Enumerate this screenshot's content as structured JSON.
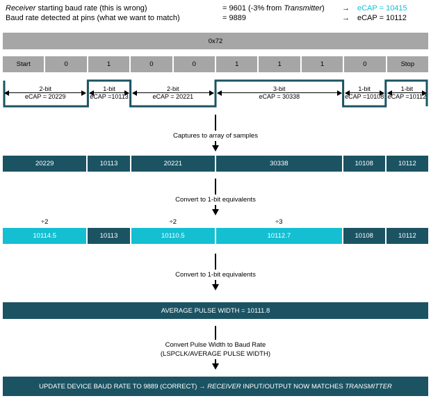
{
  "colors": {
    "dark_teal": "#1b5363",
    "cyan": "#14bfd2",
    "gray": "#a6a6a6",
    "arrow_black": "#000000"
  },
  "header": {
    "row1": {
      "label_italic": "Receiver",
      "label_rest": " starting baud rate (this is wrong)",
      "value_start": "= 9601 (-3% from ",
      "value_italic": "Transmitter",
      "value_end": ")",
      "arrow": "→",
      "ecap": "eCAP = 10415"
    },
    "row2": {
      "label": "Baud rate detected at pins (what we want to match)",
      "value": "= 9889",
      "arrow": "→",
      "ecap": "eCAP = 10112"
    }
  },
  "byte_bar": {
    "label": "0x72"
  },
  "bit_bar": {
    "cells": [
      "Start",
      "0",
      "1",
      "0",
      "0",
      "1",
      "1",
      "1",
      "0",
      "Stop"
    ]
  },
  "waveform": {
    "segments": [
      {
        "bits": "2-bit",
        "ecap": "eCAP = 20229",
        "units": 2,
        "level": "low"
      },
      {
        "bits": "1-bit",
        "ecap": "eCAP =10113",
        "units": 1,
        "level": "high"
      },
      {
        "bits": "2-bit",
        "ecap": "eCAP = 20221",
        "units": 2,
        "level": "low"
      },
      {
        "bits": "3-bit",
        "ecap": "eCAP = 30338",
        "units": 3,
        "level": "high"
      },
      {
        "bits": "1-bit",
        "ecap": "eCAP =10108",
        "units": 1,
        "level": "low"
      },
      {
        "bits": "1-bit",
        "ecap": "eCAP =10112",
        "units": 1,
        "level": "high"
      }
    ]
  },
  "flow_arrows": {
    "capture": "Captures to array of samples",
    "convert1": "Convert to 1-bit equivalents",
    "convert2": "Convert to 1-bit equivalents",
    "convert3_line1": "Convert Pulse Width to Baud Rate",
    "convert3_line2": "(LSPCLK/AVERAGE PULSE WIDTH)"
  },
  "samples_bar": {
    "cells": [
      {
        "value": "20229",
        "units": 2
      },
      {
        "value": "10113",
        "units": 1
      },
      {
        "value": "20221",
        "units": 2
      },
      {
        "value": "30338",
        "units": 3
      },
      {
        "value": "10108",
        "units": 1
      },
      {
        "value": "10112",
        "units": 1
      }
    ]
  },
  "divisors": [
    "÷2",
    "÷2",
    "÷3"
  ],
  "equiv_bar": {
    "cells": [
      {
        "value": "10114.5",
        "units": 2,
        "highlight": true
      },
      {
        "value": "10113",
        "units": 1,
        "highlight": false
      },
      {
        "value": "10110.5",
        "units": 2,
        "highlight": true
      },
      {
        "value": "10112.7",
        "units": 3,
        "highlight": true
      },
      {
        "value": "10108",
        "units": 1,
        "highlight": false
      },
      {
        "value": "10112",
        "units": 1,
        "highlight": false
      }
    ]
  },
  "average_bar": {
    "label": "AVERAGE PULSE WIDTH = 10111.8"
  },
  "final_bar": {
    "f1": "UPDATE DEVICE BAUD RATE TO 9889 (CORRECT) → ",
    "f2": "RECEIVER",
    "f3": " INPUT/OUTPUT NOW MATCHES ",
    "f4": "TRANSMITTER"
  }
}
